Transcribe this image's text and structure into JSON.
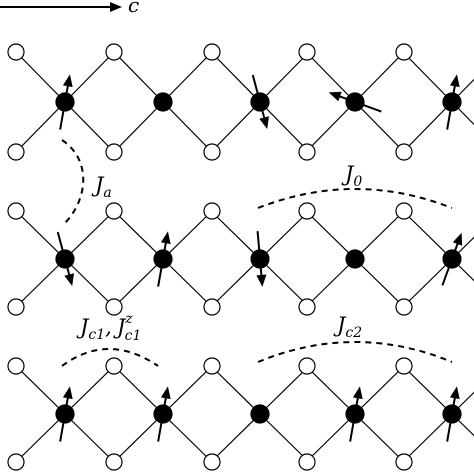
{
  "axis": {
    "label": "c"
  },
  "labels": {
    "ja": {
      "main": "J",
      "sub": "a"
    },
    "j0": {
      "main": "J",
      "sub": "0"
    },
    "jc1": {
      "main": "J",
      "sub": "c1"
    },
    "jc1z": {
      "main": "J",
      "sub": "c1",
      "sup": "z"
    },
    "jc1_separator": ",",
    "jc2": {
      "main": "J",
      "sub": "c2"
    }
  },
  "colors": {
    "stroke": "#000000",
    "filled_site": "#000000",
    "open_site": "#ffffff"
  }
}
